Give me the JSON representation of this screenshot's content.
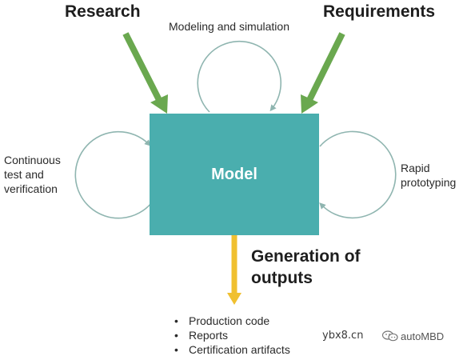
{
  "labels": {
    "research": "Research",
    "requirements": "Requirements",
    "modeling": "Modeling and simulation",
    "continuous": [
      "Continuous",
      "test and",
      "verification"
    ],
    "rapid": [
      "Rapid",
      "prototyping"
    ],
    "model": "Model",
    "generation": [
      "Generation of",
      "outputs"
    ]
  },
  "outputs": [
    "Production code",
    "Reports",
    "Certification artifacts"
  ],
  "watermark": "ybx8.cn",
  "brand": "autoMBD",
  "icons": {
    "input_arrow": "green-arrow-icon",
    "output_arrow": "yellow-arrow-icon",
    "loop": "loop-arrow-icon",
    "brand": "wechat-icon"
  },
  "colors": {
    "model_box": "#4aaeae",
    "input_arrow": "#6aa84f",
    "output_arrow": "#f0c030",
    "loop": "#8fb5b0"
  }
}
